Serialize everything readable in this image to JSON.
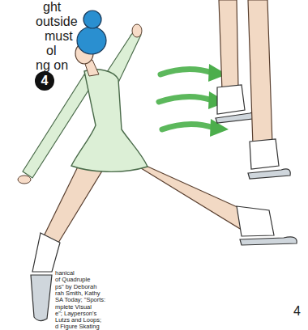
{
  "diagram": {
    "nodes": [
      {
        "text": [
          "4"
        ]
      }
    ],
    "labels": [
      "ght",
      "outside",
      "must",
      "ol",
      "ng on",
      "hanical",
      "of Quadruple",
      "ps\" by Deborah",
      "rah Smith, Kathy",
      "SA Today; \"Sports:",
      "mplete Visual",
      "e\"; Layperson's",
      "Lutzs and Loops;",
      "d Figure Skating",
      "4"
    ]
  }
}
